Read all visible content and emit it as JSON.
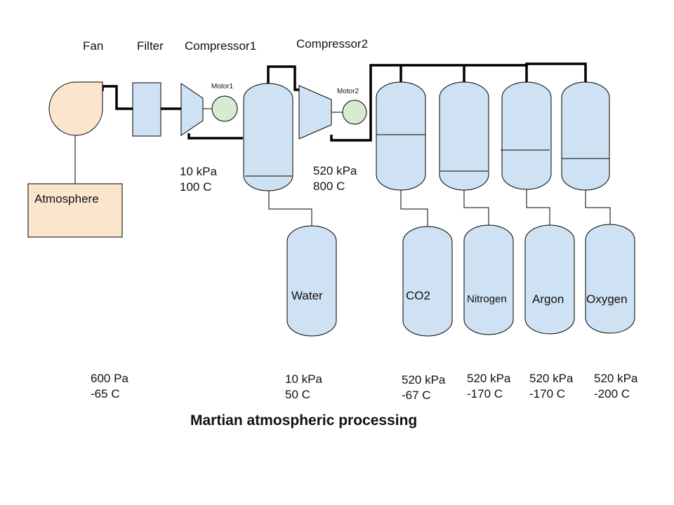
{
  "title": "Martian atmospheric processing",
  "colors": {
    "tank_fill": "#cfe2f3",
    "source_fill": "#fce5cd",
    "motor_fill": "#d9ead3",
    "stroke": "#000000"
  },
  "components": {
    "fan": "Fan",
    "filter": "Filter",
    "compressor1": "Compressor1",
    "compressor2": "Compressor2",
    "motor1": "Motor1",
    "motor2": "Motor2",
    "atmosphere": "Atmosphere"
  },
  "tanks": {
    "water": "Water",
    "co2": "CO2",
    "nitrogen": "Nitrogen",
    "argon": "Argon",
    "oxygen": "Oxygen"
  },
  "conditions": {
    "after_compressor1": {
      "pressure": "10 kPa",
      "temperature": "100 C"
    },
    "after_compressor2": {
      "pressure": "520 kPa",
      "temperature": "800 C"
    },
    "atmosphere": {
      "pressure": "600 Pa",
      "temperature": "-65 C"
    },
    "water": {
      "pressure": "10 kPa",
      "temperature": "50 C"
    },
    "co2": {
      "pressure": "520 kPa",
      "temperature": "-67 C"
    },
    "nitrogen": {
      "pressure": "520 kPa",
      "temperature": "-170 C"
    },
    "argon": {
      "pressure": "520 kPa",
      "temperature": "-170 C"
    },
    "oxygen": {
      "pressure": "520 kPa",
      "temperature": "-200 C"
    }
  }
}
